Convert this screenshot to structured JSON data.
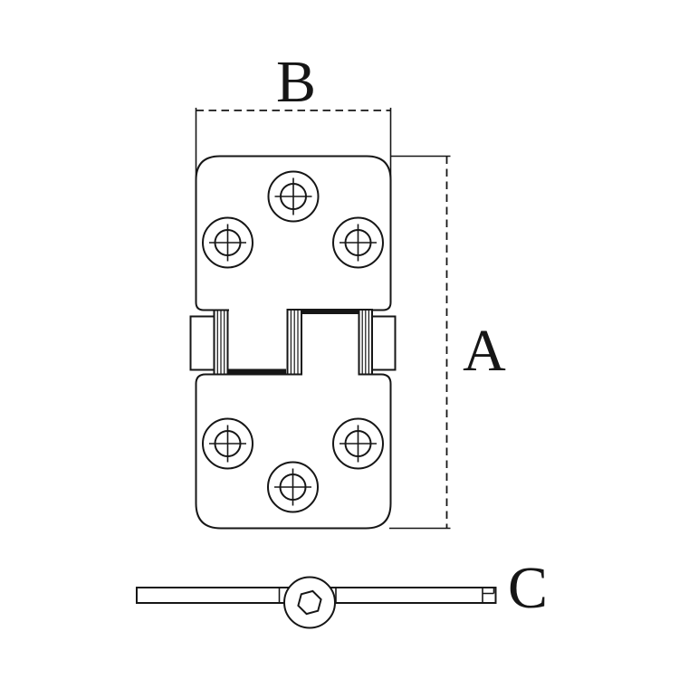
{
  "dimensions": {
    "width_label": "B",
    "height_label": "A",
    "thickness_label": "C"
  }
}
